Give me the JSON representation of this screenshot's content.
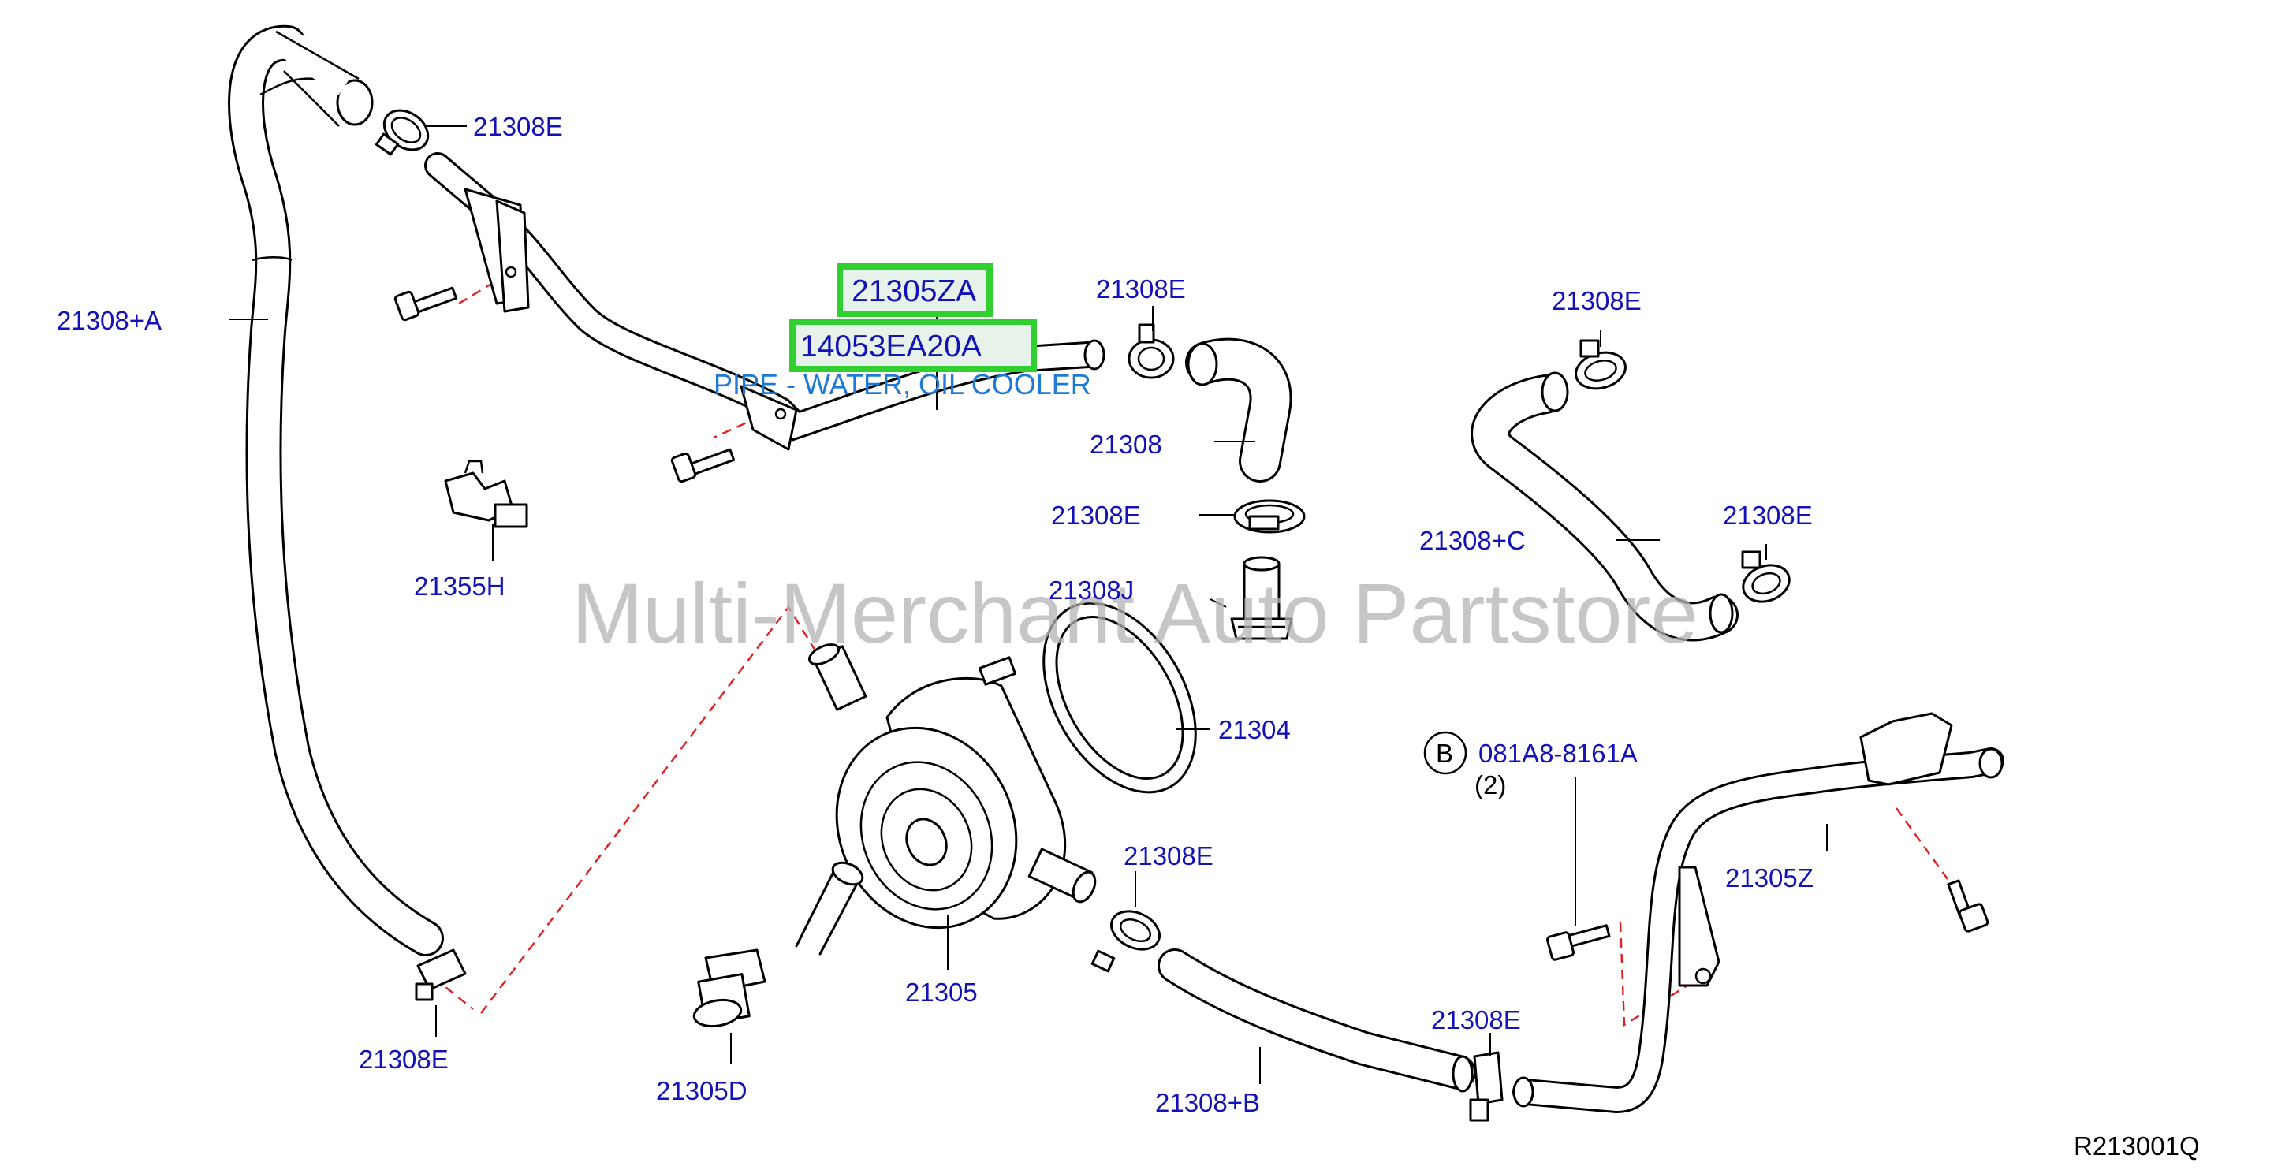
{
  "diagram_id": "R213001Q",
  "watermark": "Multi-Merchant Auto Partstore",
  "highlighted_parts": {
    "primary": "21305ZA",
    "secondary": "14053EA20A",
    "description": "PIPE - WATER, OIL COOLER"
  },
  "labels": {
    "hose_a": "21308+A",
    "clamp_top": "21308E",
    "hose_21308": "21308",
    "clamp_mid_top": "21308E",
    "clamp_mid": "21308E",
    "connector": "21308J",
    "clip": "21355H",
    "gasket": "21304",
    "cooler": "21305",
    "connector_d": "21305D",
    "clamp_lower": "21308E",
    "hose_b": "21308+B",
    "clamp_bottom_left": "21308E",
    "clamp_bottom_right": "21308E",
    "hose_c": "21308+C",
    "clamp_c_top": "21308E",
    "clamp_c_bottom": "21308E",
    "pipe_z": "21305Z",
    "bolt_part": "081A8-8161A",
    "bolt_qty": "(2)",
    "bolt_callout": "B"
  },
  "colors": {
    "label": "#1212b8",
    "description": "#1e7ad4",
    "highlight_border": "#30d030",
    "dashed_line": "#e02020",
    "watermark": "#b4b4b4"
  }
}
